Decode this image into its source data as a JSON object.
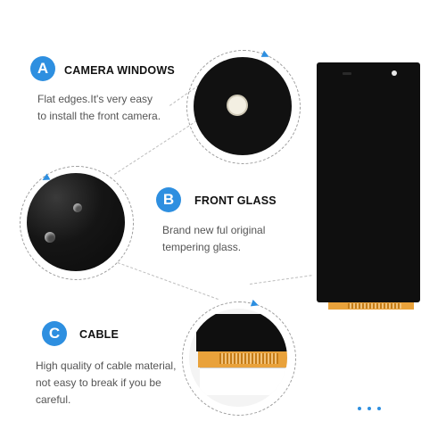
{
  "features": [
    {
      "letter": "A",
      "title": "CAMERA WINDOWS",
      "lines": [
        "Flat edges.It's very easy",
        "to install the front camera."
      ]
    },
    {
      "letter": "B",
      "title": "FRONT GLASS",
      "lines": [
        "Brand new ful original",
        "tempering glass."
      ]
    },
    {
      "letter": "C",
      "title": "CABLE",
      "lines": [
        "High quality of cable material,",
        "not easy to break if you be",
        "careful."
      ]
    }
  ],
  "colors": {
    "badge": "#2e8fe0",
    "arrow": "#2e8fe0",
    "panel": "#0f0f0f",
    "cable": "#e9a23b"
  },
  "icons": {
    "badge_shape": "circle",
    "ring_arrow": "triangle-arrow"
  }
}
